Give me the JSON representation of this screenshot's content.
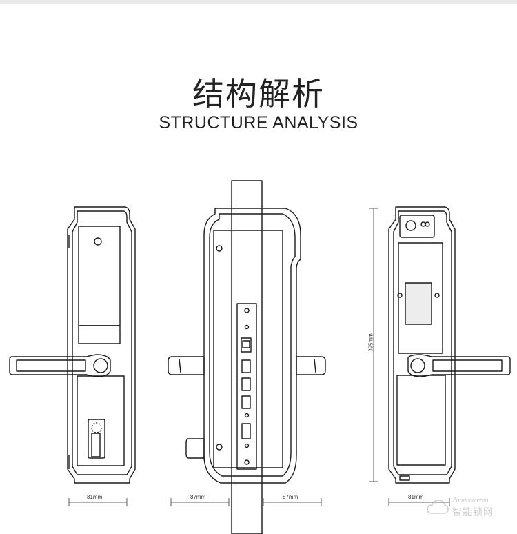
{
  "header": {
    "title_cn": "结构解析",
    "title_en": "STRUCTURE ANALYSIS"
  },
  "dimensions": {
    "front_width": "81mm",
    "side_left": "87mm",
    "side_right": "87mm",
    "back_width": "81mm",
    "height": "395mm"
  },
  "watermark": {
    "site": "Znmsxw.com",
    "name": "智能锁网"
  }
}
